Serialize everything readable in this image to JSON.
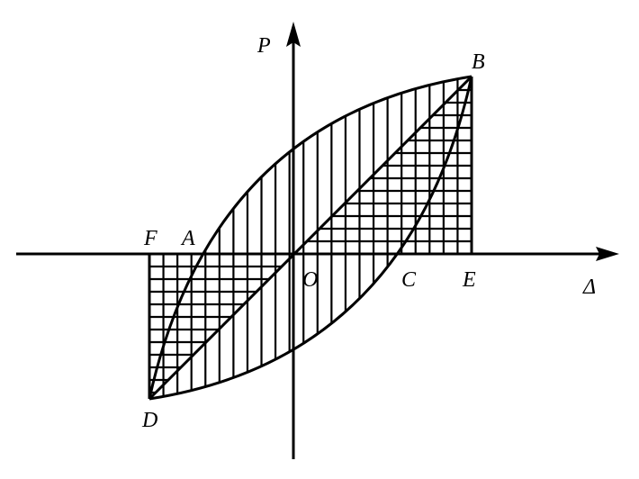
{
  "diagram": {
    "title": "Force-displacement hysteresis loop",
    "axis_labels": {
      "y": "P",
      "x": "Δ"
    },
    "point_labels": {
      "B": "B",
      "F": "F",
      "A": "A",
      "O": "O",
      "C": "C",
      "E": "E",
      "D": "D"
    },
    "colors": {
      "stroke": "#000000",
      "background": "#ffffff"
    }
  }
}
